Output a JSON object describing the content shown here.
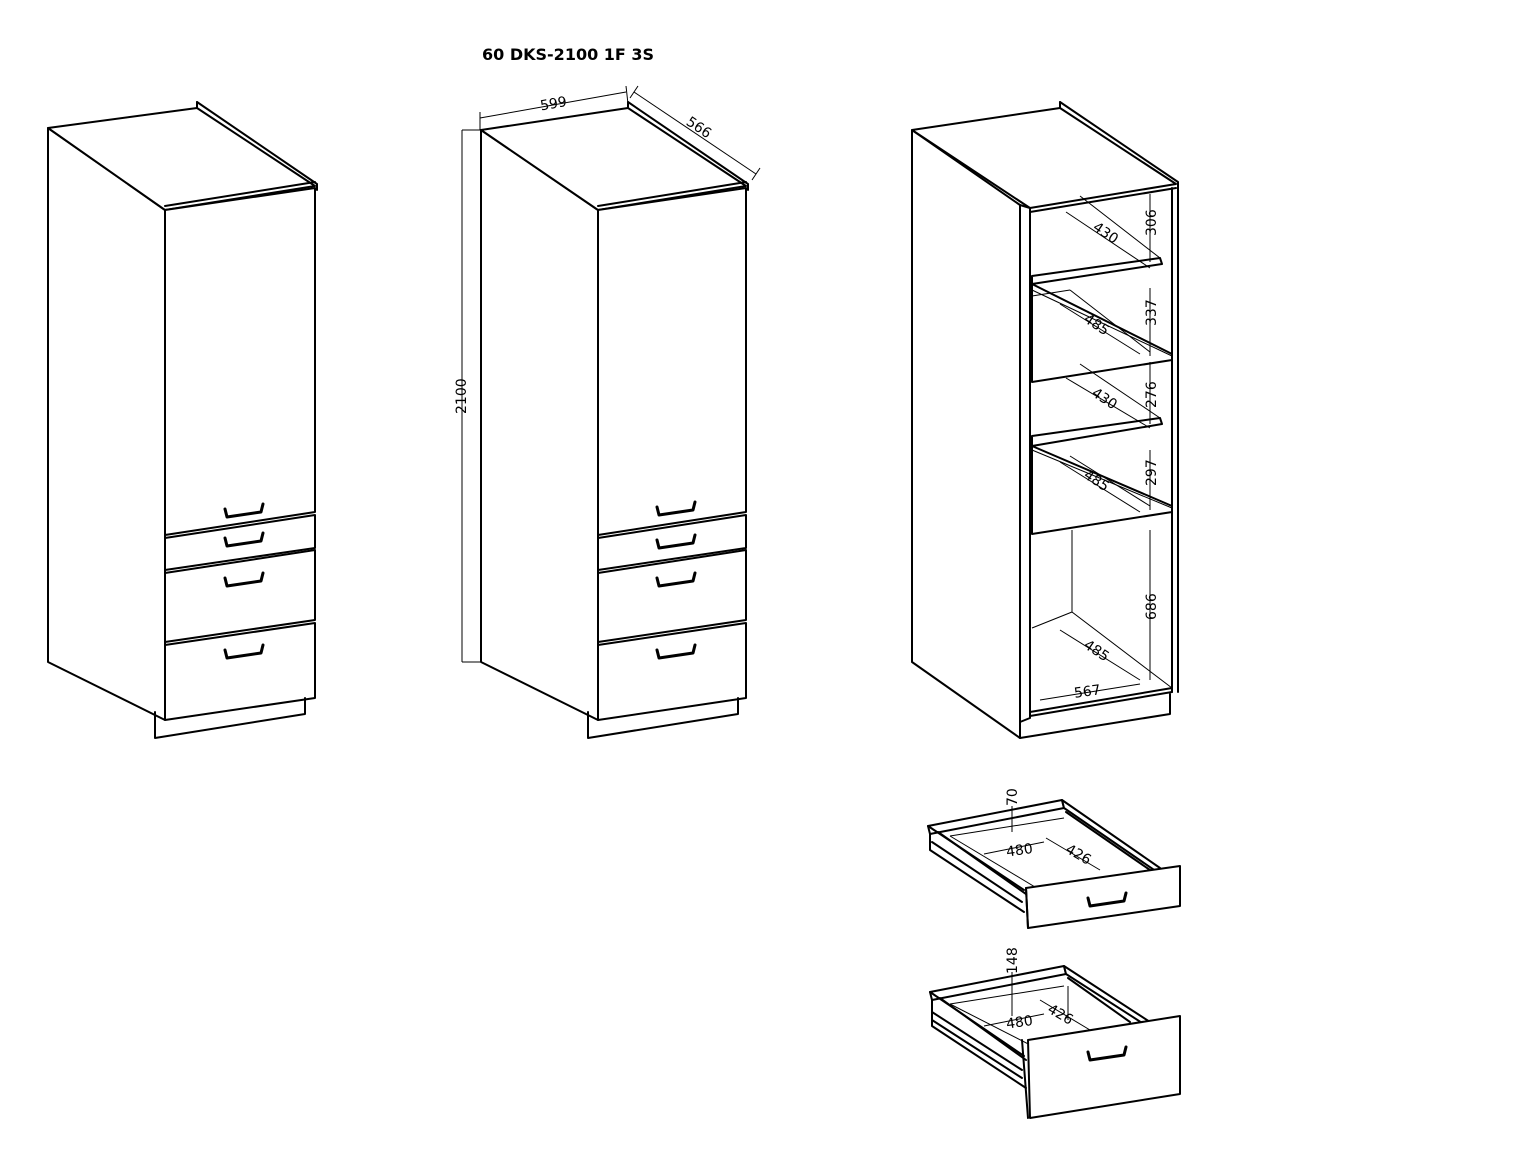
{
  "title": "60 DKS-2100 1F 3S",
  "dimensions": {
    "width": "599",
    "depth": "566",
    "height": "2100",
    "shelf_depths": [
      "430",
      "485",
      "430",
      "485",
      "485"
    ],
    "shelf_heights": [
      "306",
      "337",
      "276",
      "297",
      "686"
    ],
    "inner_width": "567"
  },
  "drawers": [
    {
      "height": "70",
      "width": "480",
      "depth": "426"
    },
    {
      "height": "148",
      "width": "480",
      "depth": "426"
    }
  ]
}
